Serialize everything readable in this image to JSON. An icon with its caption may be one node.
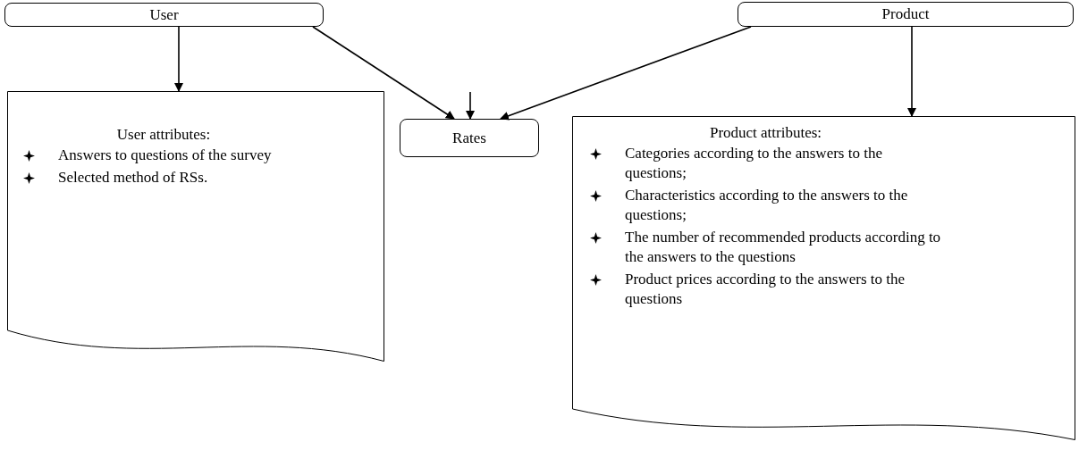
{
  "diagram": {
    "nodes": [
      {
        "text": [
          "User"
        ]
      },
      {
        "text": [
          "Product"
        ]
      },
      {
        "text": [
          "User attributes:",
          "Answers to questions of the survey",
          "Selected method of RSs."
        ]
      },
      {
        "text": [
          "Rates"
        ]
      },
      {
        "text": [
          "Product attributes:",
          "Categories according to the answers to the questions;",
          "Characteristics according to the answers to the questions;",
          "The number of recommended products according to the answers to the questions",
          "Product prices according to the answers to the questions"
        ]
      }
    ],
    "edges": [
      {
        "from": 0,
        "to": 2,
        "arrow": "to"
      },
      {
        "from": 0,
        "to": 3,
        "arrow": "to"
      },
      {
        "from": 1,
        "to": 3,
        "arrow": "to"
      },
      {
        "from": null,
        "to": 3,
        "arrow": "to"
      },
      {
        "from": 1,
        "to": 4,
        "arrow": "to"
      }
    ]
  }
}
